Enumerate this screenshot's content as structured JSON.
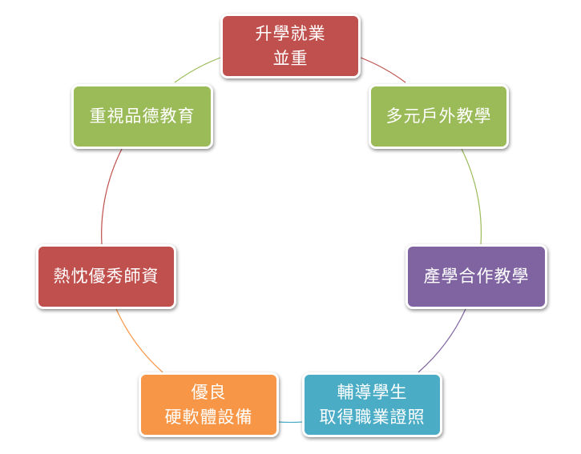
{
  "nodes": [
    {
      "lines": [
        "升學就業",
        "並重"
      ],
      "color": "#c0504d",
      "connector_color": "#c0504d"
    },
    {
      "lines": [
        "多元戶外教學"
      ],
      "color": "#9bbb59",
      "connector_color": "#9bbb59"
    },
    {
      "lines": [
        "產學合作教學"
      ],
      "color": "#8064a2",
      "connector_color": "#8064a2"
    },
    {
      "lines": [
        "輔導學生",
        "取得職業證照"
      ],
      "color": "#4bacc6",
      "connector_color": "#4bacc6"
    },
    {
      "lines": [
        "優良",
        "硬軟體設備"
      ],
      "color": "#f79646",
      "connector_color": "#f79646"
    },
    {
      "lines": [
        "熱忱優秀師資"
      ],
      "color": "#c0504d",
      "connector_color": "#c0504d"
    },
    {
      "lines": [
        "重視品德教育"
      ],
      "color": "#9bbb59",
      "connector_color": "#9bbb59"
    }
  ]
}
